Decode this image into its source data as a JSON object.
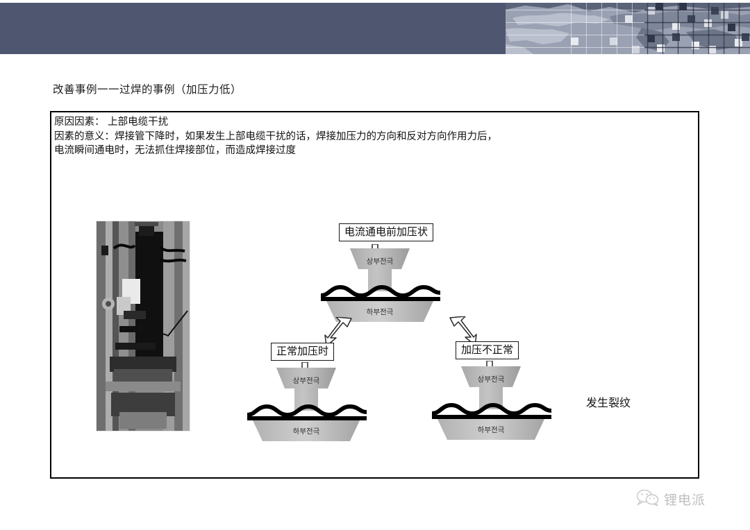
{
  "header": {
    "banner_color": "#4e5670",
    "map_graphic": "world-map-grid"
  },
  "slide": {
    "title": "改善事例一一过焊的事例（加压力低）"
  },
  "cause": {
    "line1": "原因因素： 上部电缆干扰",
    "line2": "因素的意义：焊接管下降时，如果发生上部电缆干扰的话，焊接加压力的方向和反对方向作用力后，",
    "line3": "电流瞬间通电时，无法抓住焊接部位，而造成焊接过度"
  },
  "photo": {
    "caption": "welding-machine-photo"
  },
  "diagram": {
    "label_precurrent": "电流通电前加压状",
    "label_normal": "正常加压时",
    "label_abnormal": "加压不正常",
    "crack_note": "发生裂纹",
    "upper_electrode": "상부전극",
    "lower_electrode": "하부전극"
  },
  "watermark": {
    "icon": "wechat-icon",
    "text": "锂电派"
  }
}
